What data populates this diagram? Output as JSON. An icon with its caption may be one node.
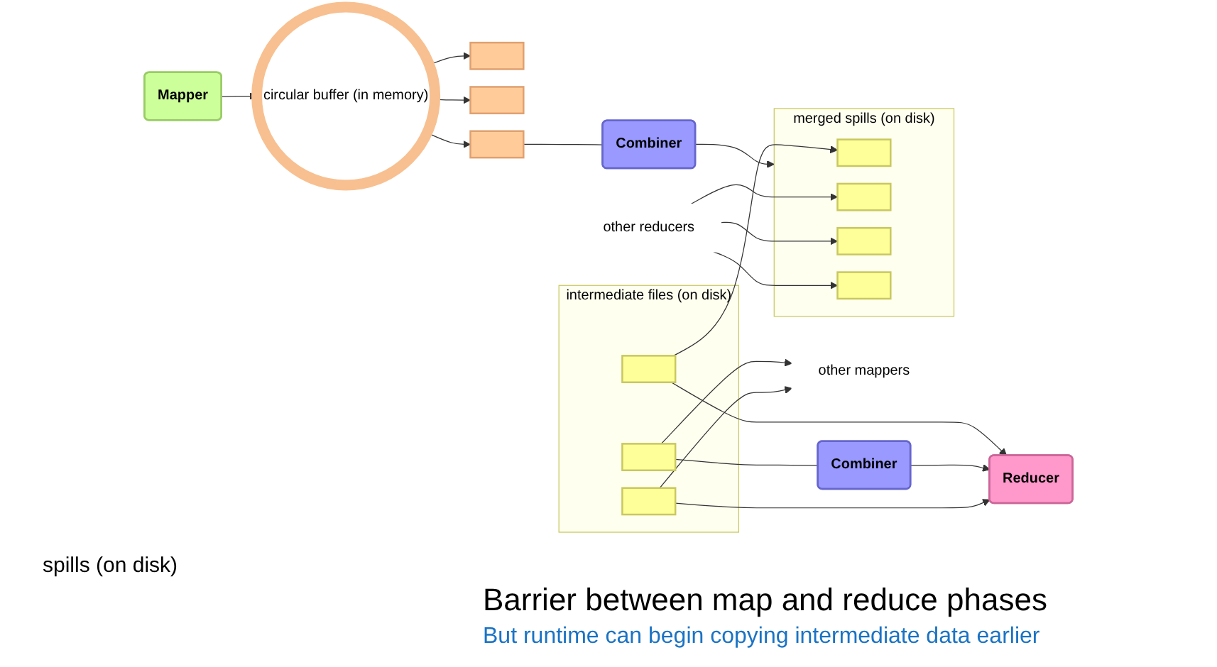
{
  "diagram": {
    "nodes": [
      {
        "text": [
          "Mapper"
        ]
      },
      {
        "text": [
          "circular buffer (in memory)"
        ]
      },
      {
        "text": [],
        "shape": "box"
      },
      {
        "text": [],
        "shape": "box"
      },
      {
        "text": [],
        "shape": "box"
      },
      {
        "text": [
          "Combiner"
        ]
      },
      {
        "text": [
          "merged spills (on disk)"
        ]
      },
      {
        "text": [],
        "shape": "box",
        "in": 6
      },
      {
        "text": [],
        "shape": "box",
        "in": 6
      },
      {
        "text": [],
        "shape": "box",
        "in": 6
      },
      {
        "text": [],
        "shape": "box",
        "in": 6
      },
      {
        "text": [
          "intermediate files (on disk)"
        ]
      },
      {
        "text": [],
        "shape": "box",
        "in": 11
      },
      {
        "text": [],
        "shape": "box",
        "in": 11
      },
      {
        "text": [],
        "shape": "box",
        "in": 11
      },
      {
        "text": [
          "Combiner"
        ]
      },
      {
        "text": [
          "Reducer"
        ]
      },
      {
        "text": [
          "other reducers"
        ]
      },
      {
        "text": [
          "other mappers"
        ]
      }
    ],
    "edges": [
      {
        "from": 0,
        "to": 1,
        "arrow": "to"
      },
      {
        "from": 1,
        "to": 2,
        "arrow": "to"
      },
      {
        "from": 1,
        "to": 3,
        "arrow": "to"
      },
      {
        "from": 1,
        "to": 4,
        "arrow": "to"
      },
      {
        "from": 4,
        "to": 5,
        "arrow": "none"
      },
      {
        "from": 5,
        "to": 6,
        "arrow": "to"
      },
      {
        "from": 12,
        "to": 7,
        "arrow": "to"
      },
      {
        "from": 17,
        "to": 8,
        "arrow": "to"
      },
      {
        "from": 17,
        "to": 9,
        "arrow": "to"
      },
      {
        "from": 17,
        "to": 10,
        "arrow": "to"
      },
      {
        "from": 13,
        "to": 18,
        "arrow": "to"
      },
      {
        "from": 14,
        "to": 18,
        "arrow": "to"
      },
      {
        "from": 12,
        "to": 16,
        "arrow": "to"
      },
      {
        "from": 13,
        "to": 15,
        "arrow": "none"
      },
      {
        "from": 15,
        "to": 16,
        "arrow": "to"
      },
      {
        "from": 14,
        "to": 16,
        "arrow": "to"
      }
    ],
    "labels": [
      "spills (on disk)",
      "Barrier between map and reduce phases",
      "But runtime can begin copying intermediate data earlier"
    ]
  }
}
